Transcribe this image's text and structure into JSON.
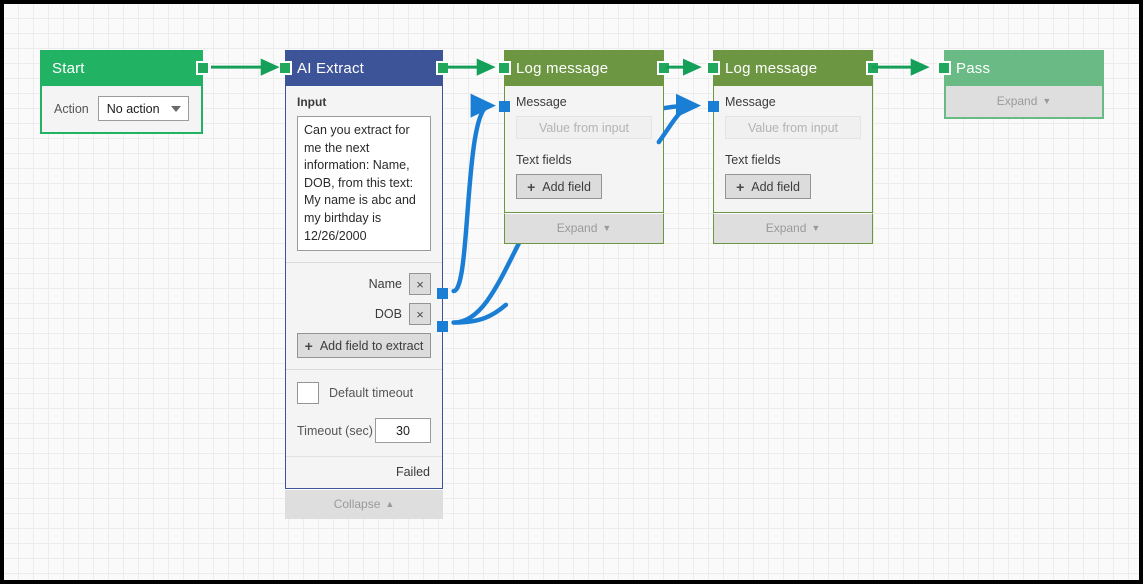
{
  "canvas": {
    "background_color": "#fafafa",
    "grid_minor_color": "#ececec",
    "grid_major_color": "#e3e3e3",
    "border_color": "#000000"
  },
  "palette": {
    "start_green": "#22b263",
    "ai_extract_blue": "#3d5499",
    "log_message_green": "#6d9643",
    "pass_green": "#69ba85",
    "edge_green": "#15a05a",
    "edge_blue": "#1a7fd4",
    "port_green": "#22a85c",
    "port_blue": "#1a7fd4"
  },
  "nodes": {
    "start": {
      "title": "Start",
      "action_label": "Action",
      "action_value": "No action",
      "action_options": [
        "No action"
      ]
    },
    "ai_extract": {
      "title": "AI Extract",
      "input_label": "Input",
      "input_value": "Can you extract for me the next information: Name, DOB, from this text: My name is abc and my birthday is 12/26/2000",
      "fields": [
        {
          "name": "Name",
          "remove_label": "×"
        },
        {
          "name": "DOB",
          "remove_label": "×"
        }
      ],
      "add_field_label": "Add field to extract",
      "add_field_icon": "plus-icon",
      "default_timeout_label": "Default timeout",
      "default_timeout_checked": false,
      "timeout_label": "Timeout (sec)",
      "timeout_value": "30",
      "failed_label": "Failed",
      "footer_label": "Collapse",
      "footer_icon": "chevron-up-icon"
    },
    "log_message_1": {
      "title": "Log message",
      "message_label": "Message",
      "message_placeholder": "Value from input",
      "message_value": "",
      "text_fields_label": "Text fields",
      "add_field_label": "Add field",
      "add_field_icon": "plus-icon",
      "footer_label": "Expand",
      "footer_icon": "chevron-down-icon"
    },
    "log_message_2": {
      "title": "Log message",
      "message_label": "Message",
      "message_placeholder": "Value from input",
      "message_value": "",
      "text_fields_label": "Text fields",
      "add_field_label": "Add field",
      "add_field_icon": "plus-icon",
      "footer_label": "Expand",
      "footer_icon": "chevron-down-icon"
    },
    "pass": {
      "title": "Pass",
      "footer_label": "Expand",
      "footer_icon": "chevron-down-icon"
    }
  },
  "connections": [
    {
      "from": "start",
      "to": "ai_extract",
      "type": "flow",
      "color": "#15a05a"
    },
    {
      "from": "ai_extract",
      "to": "log_message_1",
      "type": "flow",
      "color": "#15a05a"
    },
    {
      "from": "log_message_1",
      "to": "log_message_2",
      "type": "flow",
      "color": "#15a05a"
    },
    {
      "from": "log_message_2",
      "to": "pass",
      "type": "flow",
      "color": "#15a05a"
    },
    {
      "from": "ai_extract.Name",
      "to": "log_message_1.Message",
      "type": "data",
      "color": "#1a7fd4"
    },
    {
      "from": "ai_extract.DOB",
      "to": "log_message_2.Message",
      "type": "data",
      "color": "#1a7fd4"
    }
  ]
}
